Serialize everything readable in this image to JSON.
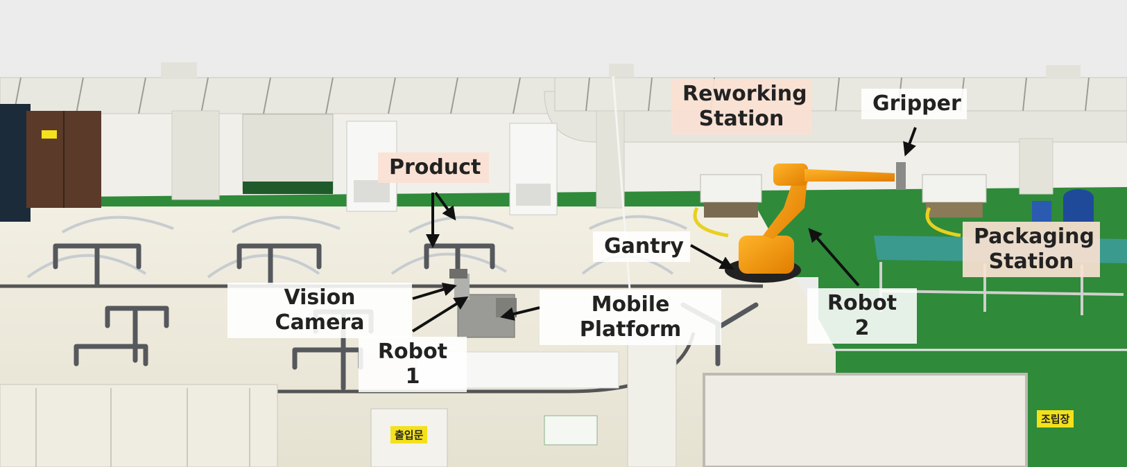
{
  "labels": {
    "reworking_station": "Reworking\nStation",
    "gripper": "Gripper",
    "product": "Product",
    "gantry": "Gantry",
    "packaging_station": "Packaging\nStation",
    "vision_camera": "Vision Camera",
    "mobile_platform": "Mobile Platform",
    "robot_2": "Robot 2",
    "robot_1": "Robot 1"
  },
  "signs": {
    "entrance": "출입문",
    "assembly_area": "조립장"
  },
  "colors": {
    "floor_green": "#2f8a3a",
    "floor_light": "#eeeadc",
    "robot_orange": "#f39a10",
    "label_peach": "#fae1d2",
    "arrow": "#111111"
  }
}
